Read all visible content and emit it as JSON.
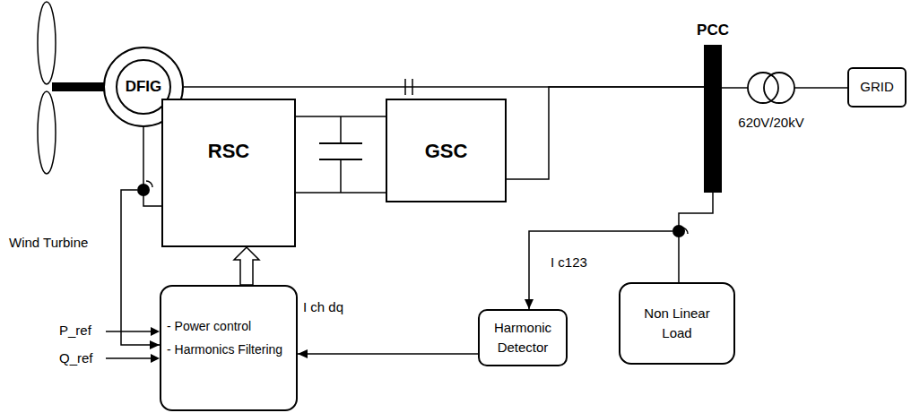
{
  "diagram": {
    "nodes": [
      {
        "text": [
          "DFIG"
        ]
      },
      {
        "text": [
          "RSC"
        ]
      },
      {
        "text": [
          "GSC"
        ]
      },
      {
        "text": [
          "PCC"
        ]
      },
      {
        "text": [
          "620V/20kV"
        ]
      },
      {
        "text": [
          "GRID"
        ]
      },
      {
        "text": [
          "- Power control",
          "- Harmonics Filtering"
        ]
      },
      {
        "text": [
          "Harmonic Detector"
        ]
      },
      {
        "text": [
          "Non Linear Load"
        ]
      }
    ],
    "edges": [
      {
        "from": 0,
        "to": 3,
        "arrow": "none"
      },
      {
        "from": 0,
        "to": 1,
        "arrow": "none"
      },
      {
        "from": 1,
        "to": 2,
        "arrow": "none"
      },
      {
        "from": 2,
        "to": 3,
        "arrow": "none"
      },
      {
        "from": 3,
        "to": 4,
        "arrow": "none"
      },
      {
        "from": 4,
        "to": 5,
        "arrow": "none"
      },
      {
        "from": 6,
        "to": 1,
        "arrow": "to"
      },
      {
        "from": 0,
        "to": 6,
        "arrow": "to"
      },
      {
        "from": 3,
        "to": 8,
        "arrow": "none"
      },
      {
        "from": 8,
        "to": 7,
        "arrow": "to"
      },
      {
        "from": 7,
        "to": 6,
        "arrow": "to"
      }
    ],
    "labels": [
      "Wind Turbine",
      "P_ref",
      "Q_ref",
      "I ch dq",
      "I c123"
    ]
  }
}
